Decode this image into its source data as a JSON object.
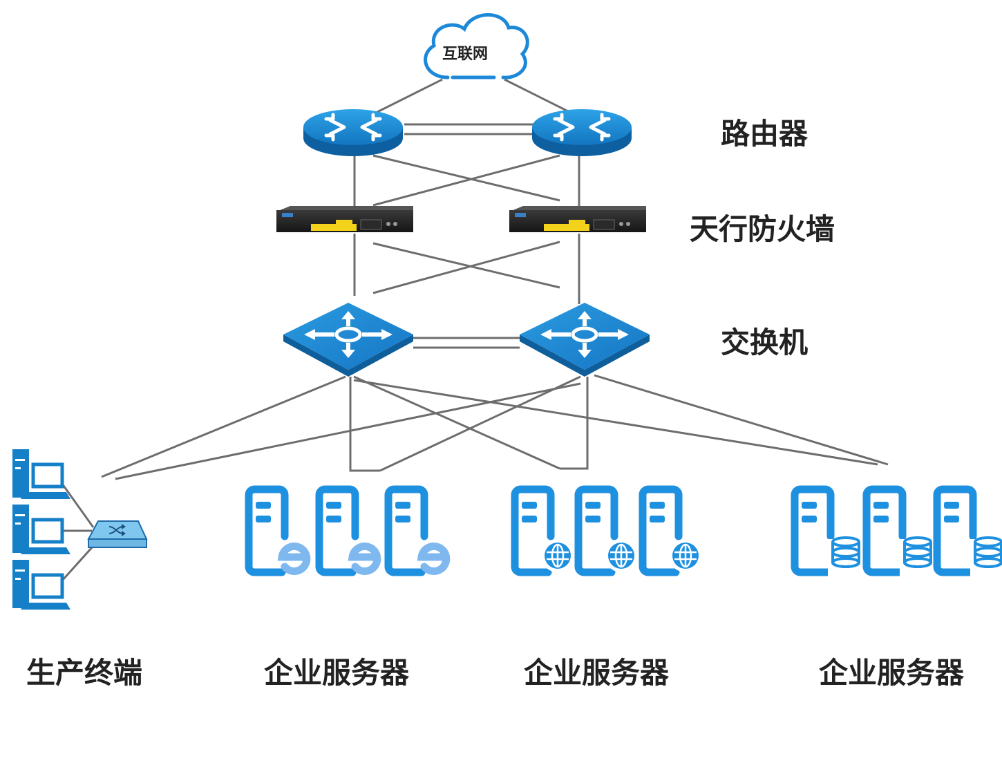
{
  "internet": {
    "label": "互联网"
  },
  "layers": {
    "router": "路由器",
    "firewall": "天行防火墙",
    "switch": "交换机"
  },
  "groups": {
    "terminals": "生产终端",
    "web_servers": "企业服务器",
    "app_servers": "企业服务器",
    "db_servers": "企业服务器"
  },
  "colors": {
    "device_blue": "#1a88d0",
    "device_blue_dark": "#0d5e9a",
    "server_blue": "#1e90e0",
    "link_gray": "#6d6d6d",
    "firewall_yellow": "#f2d21b"
  },
  "icons": {
    "internet": "cloud-icon",
    "router": "router-icon",
    "firewall": "firewall-appliance-icon",
    "switch": "l3-switch-icon",
    "web_server": "web-server-icon",
    "app_server": "globe-server-icon",
    "db_server": "database-server-icon",
    "terminal": "workstation-icon",
    "access_switch": "access-switch-icon"
  }
}
